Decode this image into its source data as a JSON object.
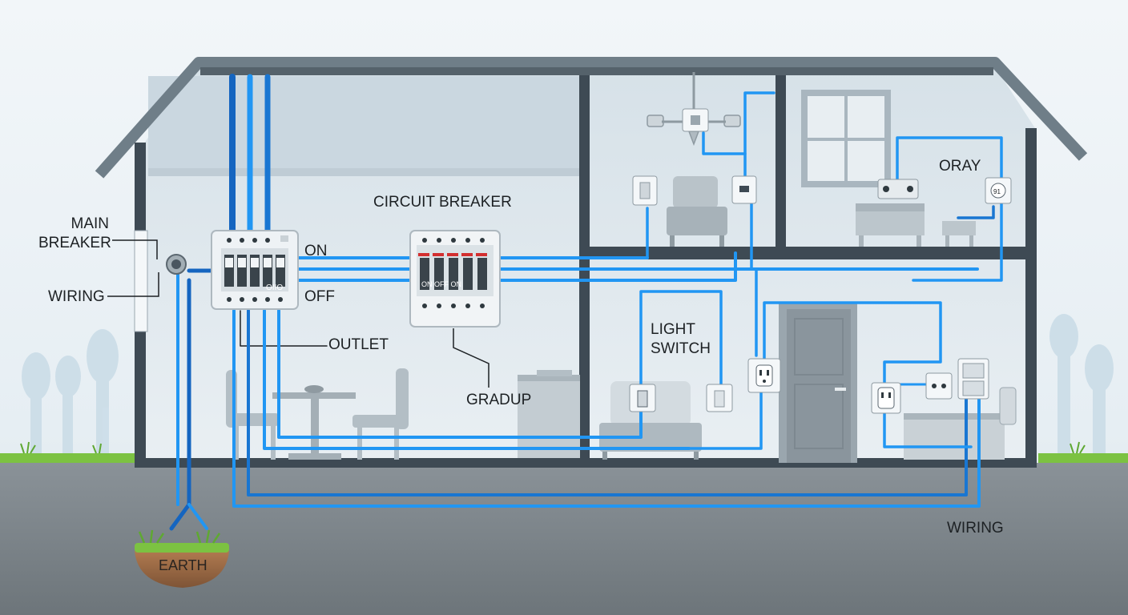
{
  "labels": {
    "main_breaker": "MAIN\nBREAKER",
    "wiring_left": "WIRING",
    "on": "ON",
    "off": "OFF",
    "outlet": "OUTLET",
    "circuit_breaker": "CIRCUIT BREAKER",
    "gradup": "GRADUP",
    "light_switch": "LIGHT\nSWITCH",
    "oray": "ORAY",
    "wiring_bottom": "WIRING",
    "earth": "EARTH",
    "breaker_on_off": "ON OFF ON",
    "panel_switch_text": "OIIO",
    "outlet_number": "91"
  },
  "colors": {
    "wire_dark": "#1565c0",
    "wire_light": "#2196f3",
    "wall": "#3e4a54",
    "roof": "#6f7e88",
    "ground": "#7d868c",
    "grass": "#7cc242",
    "soil": "#9a6b48",
    "breaker_red": "#d32f2f"
  }
}
